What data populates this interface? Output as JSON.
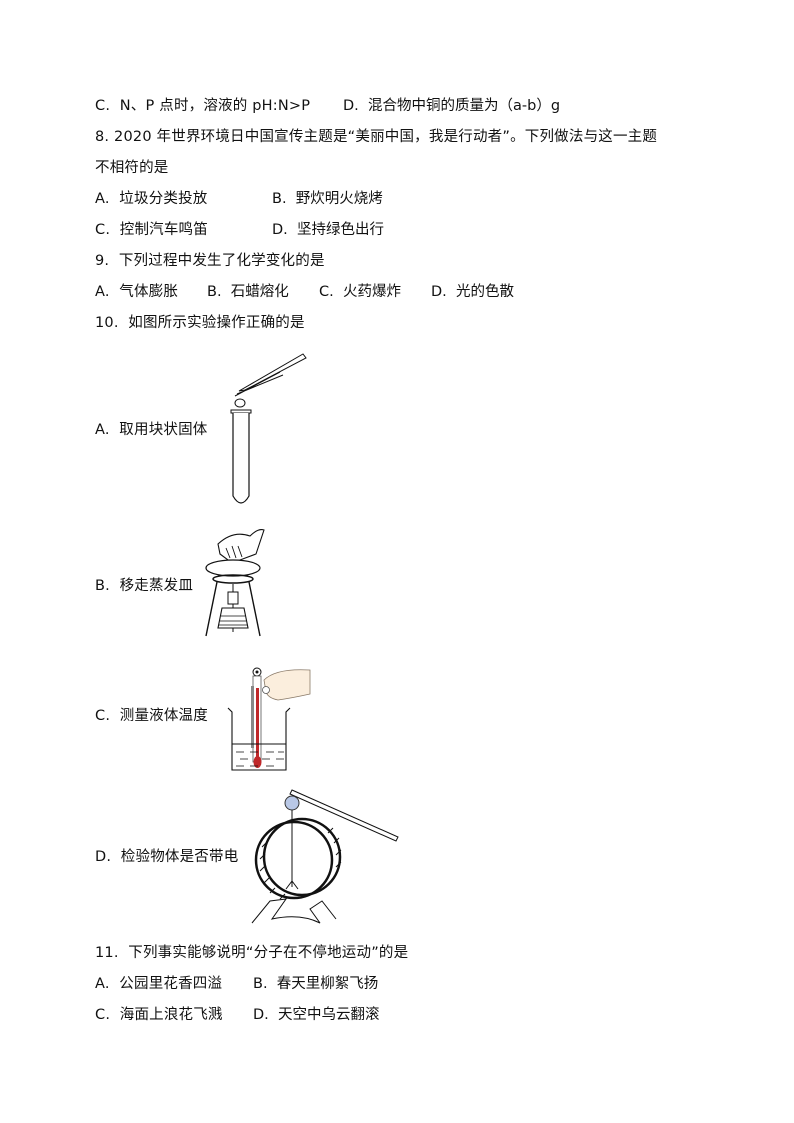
{
  "page": {
    "q7_tail": {
      "option_c": "C.  N、P 点时，溶液的 pH:N>P",
      "option_d": "D.  混合物中铜的质量为（a-b）g"
    },
    "questions": [
      {
        "number": "8.",
        "stem_line1": "8. 2020 年世界环境日中国宣传主题是“美丽中国，我是行动者”。下列做法与这一主题",
        "stem_line2": "不相符的是",
        "options": [
          {
            "key": "A",
            "text": "A.  垃圾分类投放"
          },
          {
            "key": "B",
            "text": "B.  野炊明火烧烤"
          },
          {
            "key": "C",
            "text": "C.  控制汽车鸣笛"
          },
          {
            "key": "D",
            "text": "D.  坚持绿色出行"
          }
        ]
      },
      {
        "number": "9.",
        "stem": "9.  下列过程中发生了化学变化的是",
        "options": [
          {
            "key": "A",
            "text": "A.  气体膨胀"
          },
          {
            "key": "B",
            "text": "B.  石蜡熔化"
          },
          {
            "key": "C",
            "text": "C.  火药爆炸"
          },
          {
            "key": "D",
            "text": "D.  光的色散"
          }
        ]
      },
      {
        "number": "10.",
        "stem": "10.  如图所示实验操作正确的是",
        "options": [
          {
            "key": "A",
            "text": "A.  取用块状固体",
            "figure": "tweezers-test-tube-figure"
          },
          {
            "key": "B",
            "text": "B.  移走蒸发皿",
            "figure": "evaporating-dish-figure"
          },
          {
            "key": "C",
            "text": "C.  测量液体温度",
            "figure": "thermometer-beaker-figure"
          },
          {
            "key": "D",
            "text": "D.  检验物体是否带电",
            "figure": "electroscope-figure"
          }
        ]
      },
      {
        "number": "11.",
        "stem": "11.  下列事实能够说明“分子在不停地运动”的是",
        "options": [
          {
            "key": "A",
            "text": "A.  公园里花香四溢"
          },
          {
            "key": "B",
            "text": "B.  春天里柳絮飞扬"
          },
          {
            "key": "C",
            "text": "C.  海面上浪花飞溅"
          },
          {
            "key": "D",
            "text": "D.  天空中乌云翻滚"
          }
        ]
      }
    ],
    "colors": {
      "thermometer_liquid": "#c0282a",
      "electroscope_ball": "#b9c8e6",
      "hand_skin": "#fbeedd"
    }
  }
}
